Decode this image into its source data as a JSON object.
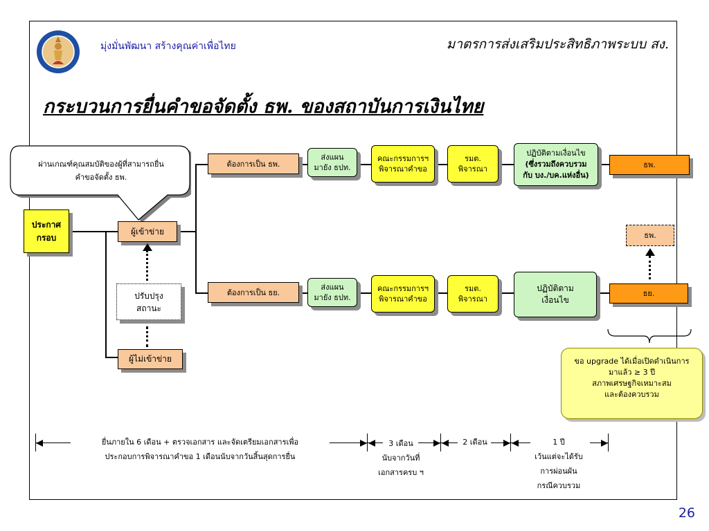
{
  "header": {
    "slogan": "มุ่งมั่นพัฒนา สร้างคุณค่าเพื่อไทย",
    "right_title": "มาตรการส่งเสริมประสิทธิภาพระบบ สง.",
    "main_title": "กระบวนการยื่นคำขอจัดตั้ง ธพ. ของสถาบันการเงินไทย"
  },
  "bubble": {
    "line1": "ผ่านเกณฑ์คุณสมบัติของผู้ที่สามารถยื่น",
    "line2": "คำขอจัดตั้ง ธพ."
  },
  "left": {
    "announce": [
      "ประกาศ",
      "กรอบ"
    ],
    "eligible": "ผู้เข้าข่าย",
    "improve": [
      "ปรับปรุง",
      "สถานะ"
    ],
    "not_eligible": "ผู้ไม่เข้าข่าย"
  },
  "row1": {
    "want": "ต้องการเป็น ธพ.",
    "send": [
      "ส่งแผน",
      "มายัง ธปท."
    ],
    "committee": [
      "คณะกรรมการฯ",
      "พิจารณาคำขอ"
    ],
    "minister": [
      "รมต.",
      "พิจารณา"
    ],
    "comply": {
      "l1": "ปฏิบัติตามเงื่อนไข",
      "l2a": "(ซึ่งรวมถึง",
      "l2b": "ควบรวม",
      "l3": "กับ บง./บค.แห่งอื่น)"
    },
    "result": "ธพ."
  },
  "row2": {
    "want": "ต้องการเป็น ธย.",
    "send": [
      "ส่งแผน",
      "มายัง ธปท."
    ],
    "committee": [
      "คณะกรรมการฯ",
      "พิจารณาคำขอ"
    ],
    "minister": [
      "รมต.",
      "พิจารณา"
    ],
    "comply": [
      "ปฏิบัติตาม",
      "เงื่อนไข"
    ],
    "result": "ธย.",
    "upgrade_target": "ธพ."
  },
  "note": {
    "line1": "ขอ upgrade ได้เมื่อเปิดดำเนินการ",
    "line2": "มาแล้ว ≥ 3 ปี",
    "line3": "สภาพเศรษฐกิจเหมาะสม",
    "line4": "และต้องควบรวม"
  },
  "timeline": {
    "seg1": [
      "ยื่นภายใน 6 เดือน + ตรวจเอกสาร และจัดเตรียมเอกสารเพื่อ",
      "ประกอบการพิจารณาคำขอ 1 เดือนนับจากวันสิ้นสุดการยื่น"
    ],
    "seg2": [
      "3 เดือน",
      "นับจากวันที่",
      "เอกสารครบ ฯ"
    ],
    "seg3": [
      "2 เดือน"
    ],
    "seg4": [
      "1 ปี",
      "เว้นแต่จะได้รับ",
      "การผ่อนผัน",
      "กรณีควบรวม"
    ]
  },
  "page_number": "26",
  "colors": {
    "orange_box": "#f9c89b",
    "yellow_box": "#ffff38",
    "green_box": "#cdf5c4",
    "result_box": "#ff9a16",
    "note": "#ffff99",
    "slogan_blue": "#1a1aa6"
  }
}
